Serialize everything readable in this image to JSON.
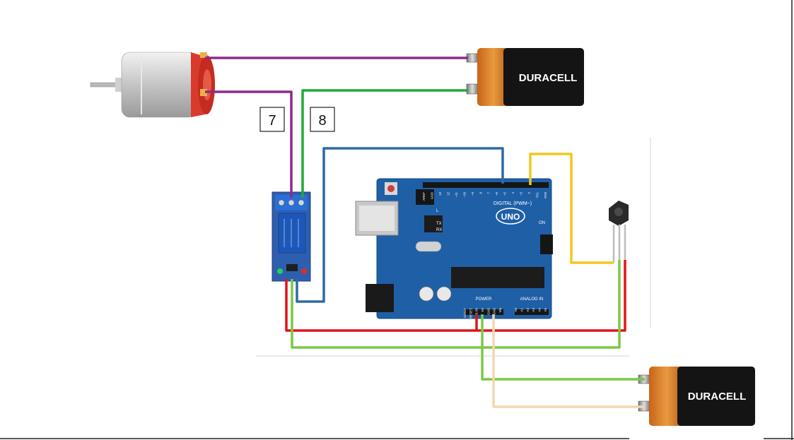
{
  "labels": {
    "pin7": "7",
    "pin8": "8"
  },
  "batteries": {
    "top": {
      "brand": "DURACELL"
    },
    "bottom": {
      "brand": "DURACELL"
    }
  },
  "arduino": {
    "model": "UNO",
    "digital_header": "DIGITAL (PWM~)",
    "power_header": "POWER",
    "analog_header": "ANALOG IN",
    "on_label": "ON",
    "tx": "TX",
    "rx": "RX",
    "l": "L",
    "digital_pins": [
      "AREF",
      "GND",
      "13",
      "12",
      "~11",
      "~10",
      "~9",
      "8",
      "7",
      "~6",
      "~5",
      "4",
      "~3",
      "2",
      "TX1",
      "RX0"
    ],
    "power_pins": [
      "IOREF",
      "RESET",
      "3.3V",
      "5V",
      "GND",
      "GND",
      "Vin"
    ],
    "analog_pins": [
      "A0",
      "A1",
      "A2",
      "A3",
      "A4",
      "A5"
    ]
  },
  "wire_colors": {
    "motor_positive": "#8e2a8a",
    "relay_to_battery": "#1fa83a",
    "signal_blue": "#2f6aa8",
    "ir_signal_yellow": "#f2c81e",
    "power_red": "#e0141a",
    "ground_green": "#7ac943",
    "battery_tan": "#f3d7ae"
  }
}
